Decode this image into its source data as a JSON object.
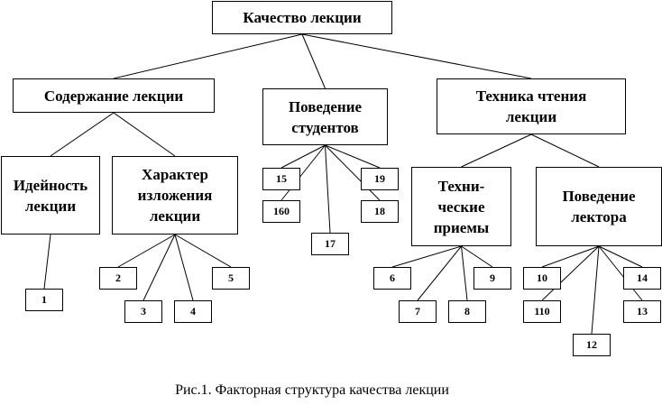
{
  "diagram": {
    "nodes": {
      "root": "Качество лекции",
      "content": "Содержание лекции",
      "behavior": "Поведение\nстудентов",
      "technique": "Техника чтения\nлекции",
      "ideology": "Идейность\nлекции",
      "presentation": "Характер\nизложения\nлекции",
      "methods": "Техни-\nческие\nприемы",
      "lecturer": "Поведение\nлектора",
      "n15": "15",
      "n160": "160",
      "n17": "17",
      "n19": "19",
      "n18": "18",
      "n1": "1",
      "n2": "2",
      "n3": "3",
      "n4": "4",
      "n5": "5",
      "n6": "6",
      "n7": "7",
      "n8": "8",
      "n9": "9",
      "n10": "10",
      "n110": "110",
      "n12": "12",
      "n14": "14",
      "n13": "13"
    },
    "edges": [
      [
        "root",
        "content"
      ],
      [
        "root",
        "behavior"
      ],
      [
        "root",
        "technique"
      ],
      [
        "content",
        "ideology"
      ],
      [
        "content",
        "presentation"
      ],
      [
        "technique",
        "methods"
      ],
      [
        "technique",
        "lecturer"
      ],
      [
        "behavior",
        "n15"
      ],
      [
        "behavior",
        "n160"
      ],
      [
        "behavior",
        "n17"
      ],
      [
        "behavior",
        "n19"
      ],
      [
        "behavior",
        "n18"
      ],
      [
        "ideology",
        "n1"
      ],
      [
        "presentation",
        "n2"
      ],
      [
        "presentation",
        "n3"
      ],
      [
        "presentation",
        "n4"
      ],
      [
        "presentation",
        "n5"
      ],
      [
        "methods",
        "n6"
      ],
      [
        "methods",
        "n7"
      ],
      [
        "methods",
        "n8"
      ],
      [
        "methods",
        "n9"
      ],
      [
        "lecturer",
        "n10"
      ],
      [
        "lecturer",
        "n110"
      ],
      [
        "lecturer",
        "n12"
      ],
      [
        "lecturer",
        "n14"
      ],
      [
        "lecturer",
        "n13"
      ]
    ]
  },
  "caption": "Рис.1. Факторная структура качества лекции"
}
